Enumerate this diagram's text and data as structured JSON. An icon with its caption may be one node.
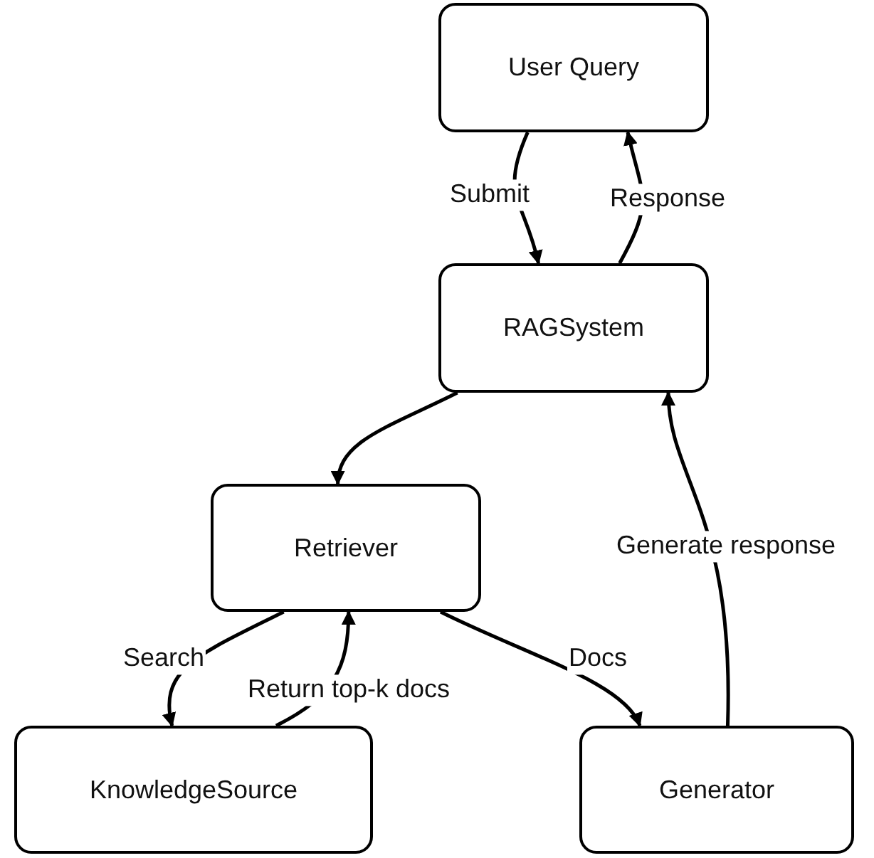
{
  "diagram": {
    "nodes": [
      {
        "text": [
          "User Query"
        ]
      },
      {
        "text": [
          "RAGSystem"
        ]
      },
      {
        "text": [
          "Retriever"
        ]
      },
      {
        "text": [
          "KnowledgeSource"
        ]
      },
      {
        "text": [
          "Generator"
        ]
      }
    ],
    "edges": [
      {
        "from": 0,
        "to": 1,
        "arrow": "to",
        "label": "Submit"
      },
      {
        "from": 1,
        "to": 0,
        "arrow": "to",
        "label": "Response"
      },
      {
        "from": 1,
        "to": 2,
        "arrow": "to"
      },
      {
        "from": 2,
        "to": 3,
        "arrow": "to",
        "label": "Search"
      },
      {
        "from": 3,
        "to": 2,
        "arrow": "to",
        "label": "Return top-k docs"
      },
      {
        "from": 2,
        "to": 4,
        "arrow": "to",
        "label": "Docs"
      },
      {
        "from": 4,
        "to": 1,
        "arrow": "to",
        "label": "Generate response"
      }
    ]
  }
}
